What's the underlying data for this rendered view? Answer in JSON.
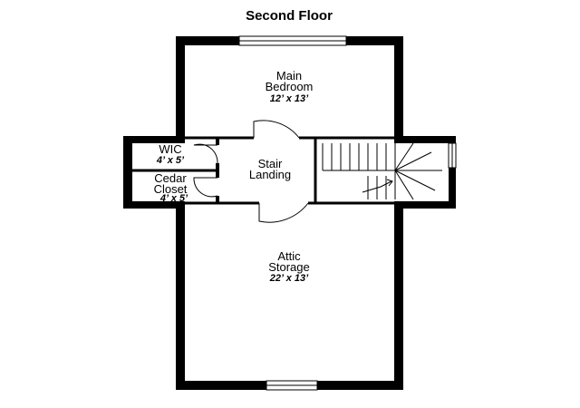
{
  "title": "Second Floor",
  "rooms": {
    "main_bedroom": {
      "name_line1": "Main",
      "name_line2": "Bedroom",
      "size": "12’ x 13’"
    },
    "wic": {
      "name": "WIC",
      "size": "4’ x 5’"
    },
    "cedar_closet": {
      "name_line1": "Cedar",
      "name_line2": "Closet",
      "size": "4’ x 5’"
    },
    "stair_landing": {
      "name_line1": "Stair",
      "name_line2": "Landing"
    },
    "attic_storage": {
      "name_line1": "Attic",
      "name_line2": "Storage",
      "size": "22’ x 13’"
    }
  }
}
